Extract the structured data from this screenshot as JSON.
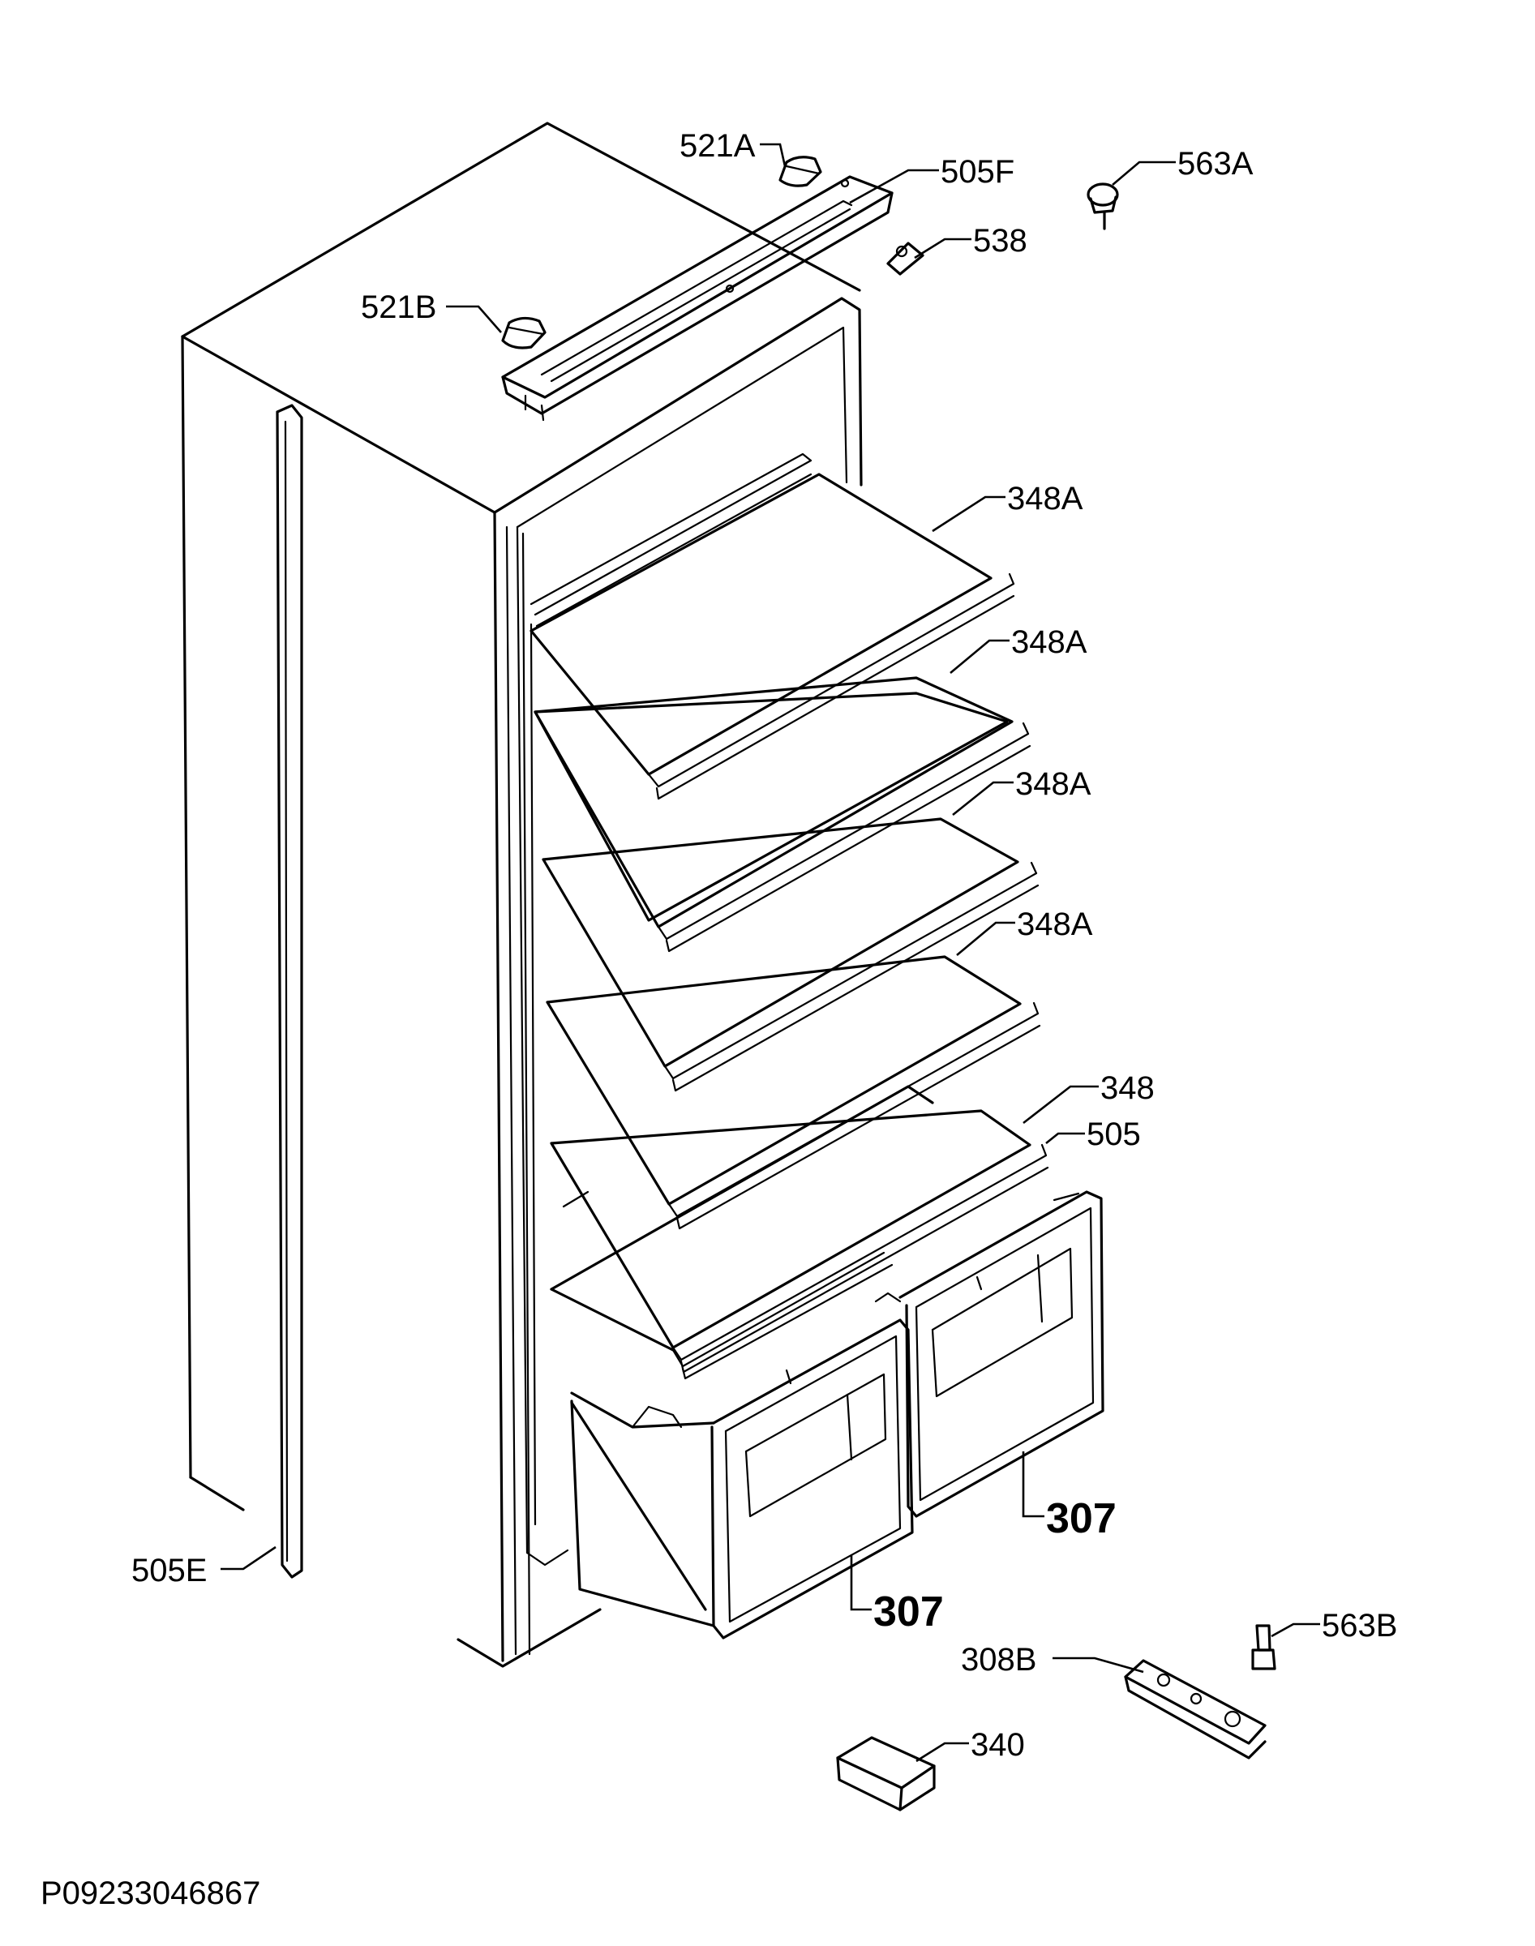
{
  "document_id": "P09233046867",
  "labels": {
    "p521a": "521A",
    "p505f": "505F",
    "p563a": "563A",
    "p538": "538",
    "p521b": "521B",
    "p348a_1": "348A",
    "p348a_2": "348A",
    "p348a_3": "348A",
    "p348a_4": "348A",
    "p348": "348",
    "p505": "505",
    "p307_right": "307",
    "p307_left": "307",
    "p505e": "505E",
    "p563b": "563B",
    "p308b": "308B",
    "p340": "340"
  }
}
